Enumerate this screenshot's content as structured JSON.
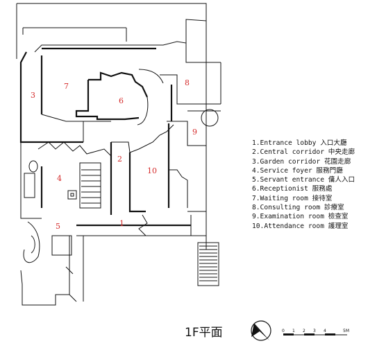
{
  "rooms": [
    {
      "number": "1",
      "name": "Entrance lobby",
      "name_zh": "入口大廳"
    },
    {
      "number": "2",
      "name": "Central corridor",
      "name_zh": "中央走廊"
    },
    {
      "number": "3",
      "name": "Garden corridor",
      "name_zh": "花園走廊"
    },
    {
      "number": "4",
      "name": "Service foyer",
      "name_zh": "服務門廳"
    },
    {
      "number": "5",
      "name": "Servant entrance",
      "name_zh": "傭人入口"
    },
    {
      "number": "6",
      "name": "Receptionist",
      "name_zh": "服務處"
    },
    {
      "number": "7",
      "name": "Waiting room",
      "name_zh": "接待室"
    },
    {
      "number": "8",
      "name": "Consulting room",
      "name_zh": "診療室"
    },
    {
      "number": "9",
      "name": "Examination room",
      "name_zh": "檢查室"
    },
    {
      "number": "10",
      "name": "Attendance room",
      "name_zh": "護理室"
    }
  ],
  "legend": [
    "1.Entrance lobby 入口大廳",
    "2.Central corridor 中央走廊",
    "3.Garden corridor 花園走廊",
    "4.Service foyer 服務門廳",
    "5.Servant entrance 傭人入口",
    "6.Receptionist 服務處",
    "7.Waiting room 接待室",
    "8.Consulting room 診療室",
    "9.Examination room 檢查室",
    "10.Attendance room 護理室"
  ],
  "plan_title": "1F平面",
  "scale": {
    "ticks": [
      "0",
      "1",
      "2",
      "3",
      "4",
      "5M"
    ]
  },
  "colors": {
    "room_number": "#d42a2a",
    "line": "#111111"
  }
}
